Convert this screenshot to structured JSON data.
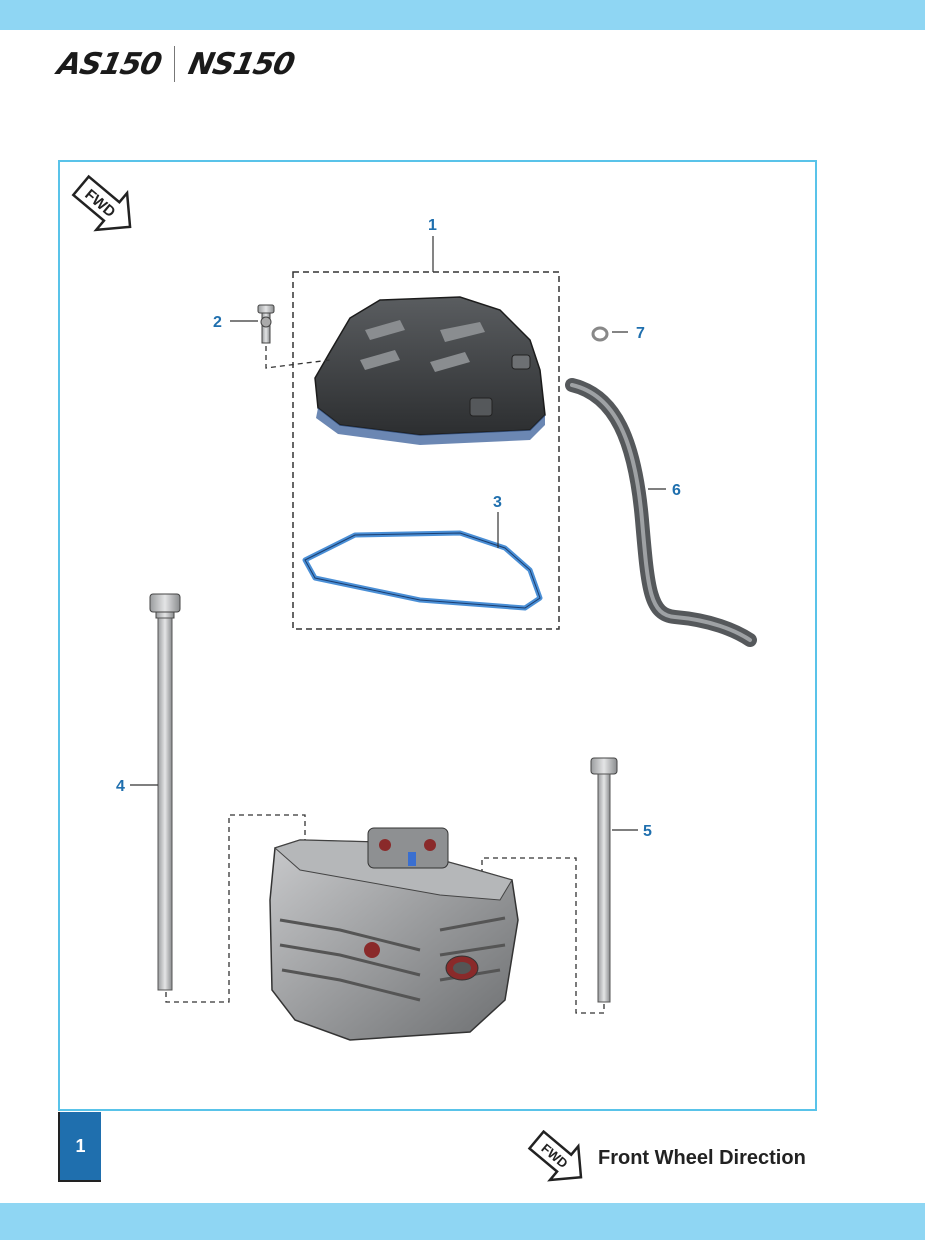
{
  "header": {
    "logo_left": "AS150",
    "logo_right": "NS150"
  },
  "diagram": {
    "fwd_arrow_text": "FWD",
    "callouts": [
      "1",
      "2",
      "3",
      "4",
      "5",
      "6",
      "7"
    ]
  },
  "footer": {
    "page_number": "1",
    "legend_arrow_text": "FWD",
    "legend_label": "Front Wheel Direction"
  },
  "colors": {
    "band": "#8fd6f3",
    "frame_border": "#59c3e9",
    "callout_text": "#1f6fae",
    "page_box": "#1f6fae",
    "gasket": "#4a8fd6"
  }
}
